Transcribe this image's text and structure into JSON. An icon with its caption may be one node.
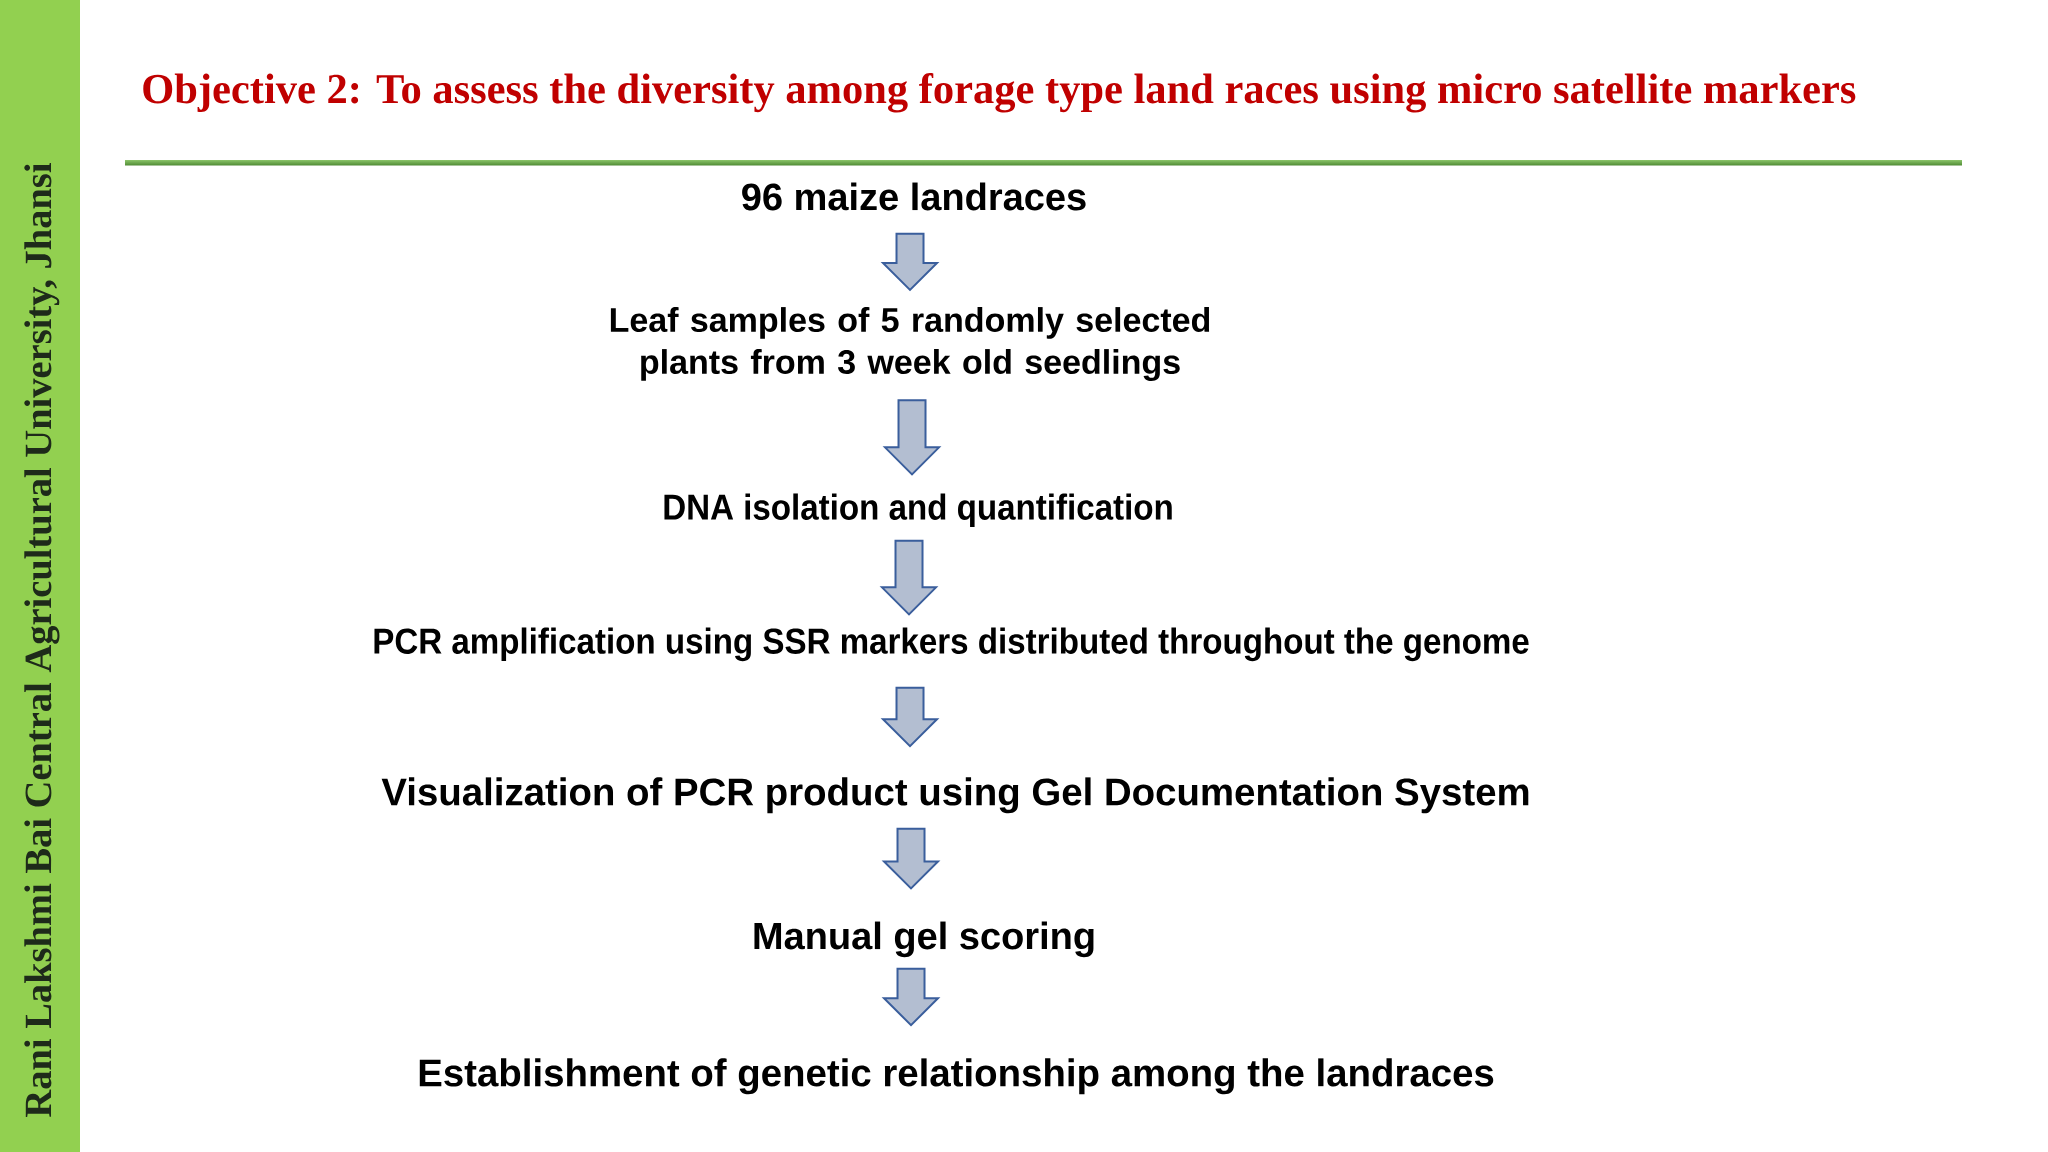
{
  "diagram": {
    "title": "Objective 2: To assess the diversity among forage type land races using micro satellite markers",
    "nodes": [
      {
        "text": [
          "96 maize landraces"
        ]
      },
      {
        "text": [
          "Leaf samples of 5 randomly selected plants from 3 week old seedlings"
        ]
      },
      {
        "text": [
          "DNA isolation and quantification"
        ]
      },
      {
        "text": [
          "PCR amplification using SSR markers distributed throughout the genome"
        ]
      },
      {
        "text": [
          "Visualization of PCR product using Gel Documentation System"
        ]
      },
      {
        "text": [
          "Manual gel scoring"
        ]
      },
      {
        "text": [
          "Establishment of genetic relationship among the landraces"
        ]
      }
    ],
    "edges": [
      {
        "from": 0,
        "to": 1,
        "arrow": "to"
      },
      {
        "from": 1,
        "to": 2,
        "arrow": "to"
      },
      {
        "from": 2,
        "to": 3,
        "arrow": "to"
      },
      {
        "from": 3,
        "to": 4,
        "arrow": "to"
      },
      {
        "from": 4,
        "to": 5,
        "arrow": "to"
      },
      {
        "from": 5,
        "to": 6,
        "arrow": "to"
      }
    ],
    "labels": [
      "Rani Lakshmi Bai Central Agricultural University, Jhansi"
    ]
  }
}
